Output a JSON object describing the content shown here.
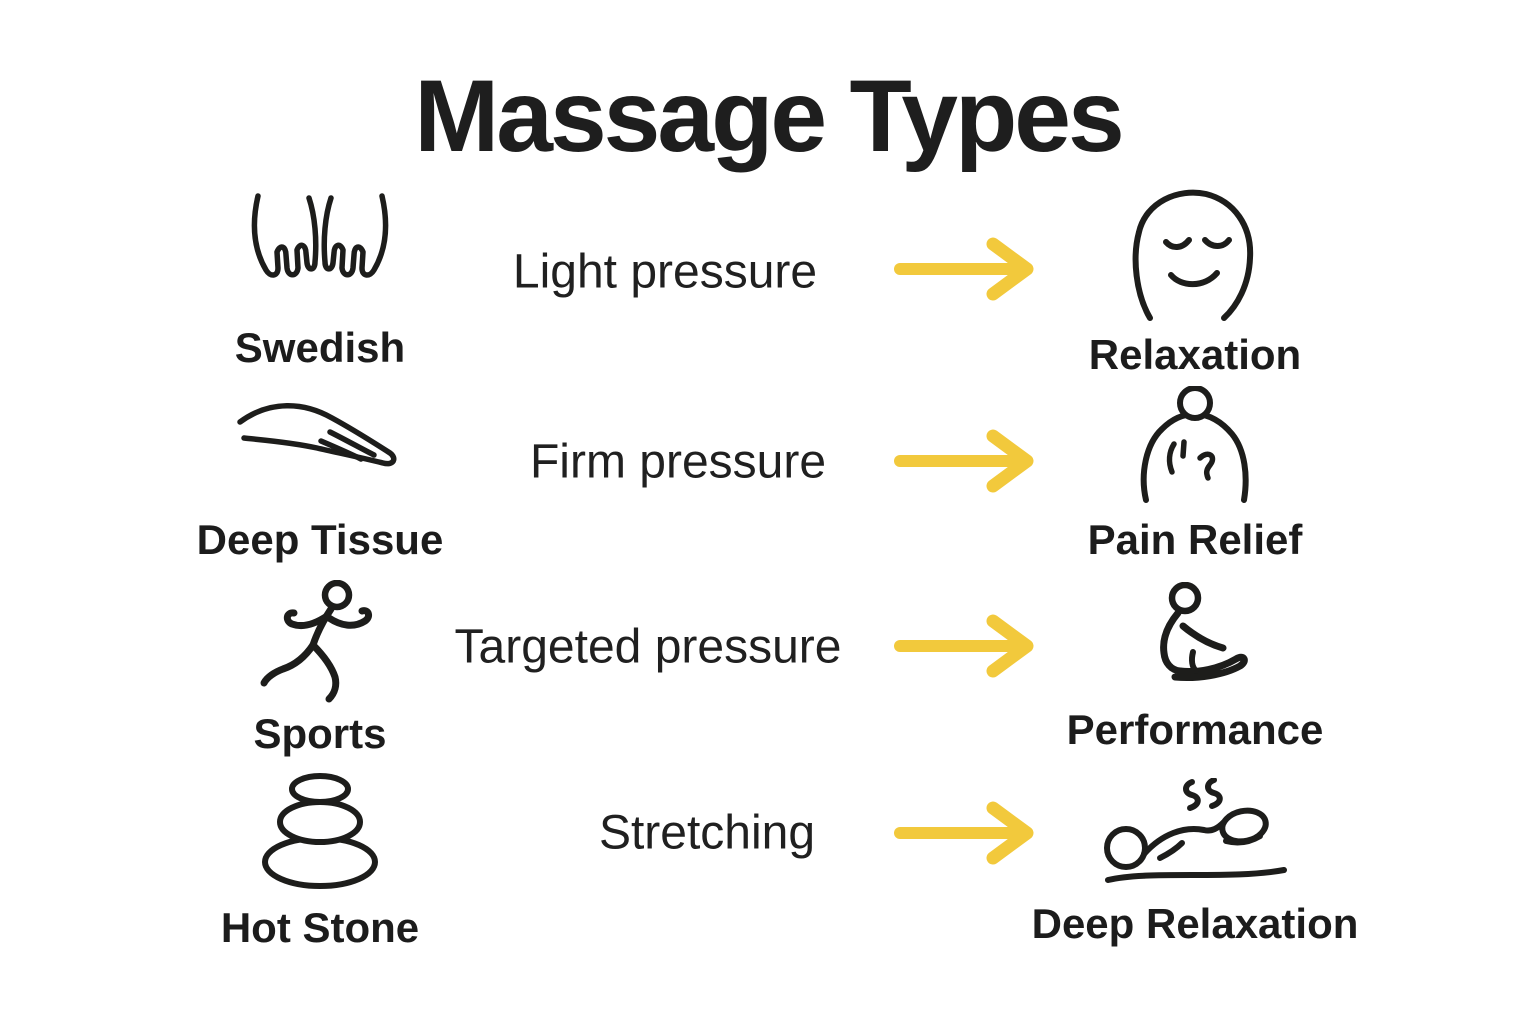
{
  "title": "Massage Types",
  "colors": {
    "ink": "#1d1d1b",
    "arrow": "#F2C93C",
    "background": "#ffffff"
  },
  "rows": [
    {
      "type": {
        "label": "Swedish",
        "icon": "massage-hands-icon"
      },
      "feature": "Light pressure",
      "arrow_icon": "arrow-right-icon",
      "benefit": {
        "label": "Relaxation",
        "icon": "relaxed-face-icon"
      }
    },
    {
      "type": {
        "label": "Deep Tissue",
        "icon": "gliding-hand-icon"
      },
      "feature": "Firm pressure",
      "arrow_icon": "arrow-right-icon",
      "benefit": {
        "label": "Pain Relief",
        "icon": "back-pain-person-icon"
      }
    },
    {
      "type": {
        "label": "Sports",
        "icon": "running-person-icon"
      },
      "feature": "Targeted pressure",
      "arrow_icon": "arrow-right-icon",
      "benefit": {
        "label": "Performance",
        "icon": "stretching-person-icon"
      }
    },
    {
      "type": {
        "label": "Hot Stone",
        "icon": "stacked-stones-icon"
      },
      "feature": "Stretching",
      "arrow_icon": "arrow-right-icon",
      "benefit": {
        "label": "Deep Relaxation",
        "icon": "lying-person-steam-icon"
      }
    }
  ]
}
